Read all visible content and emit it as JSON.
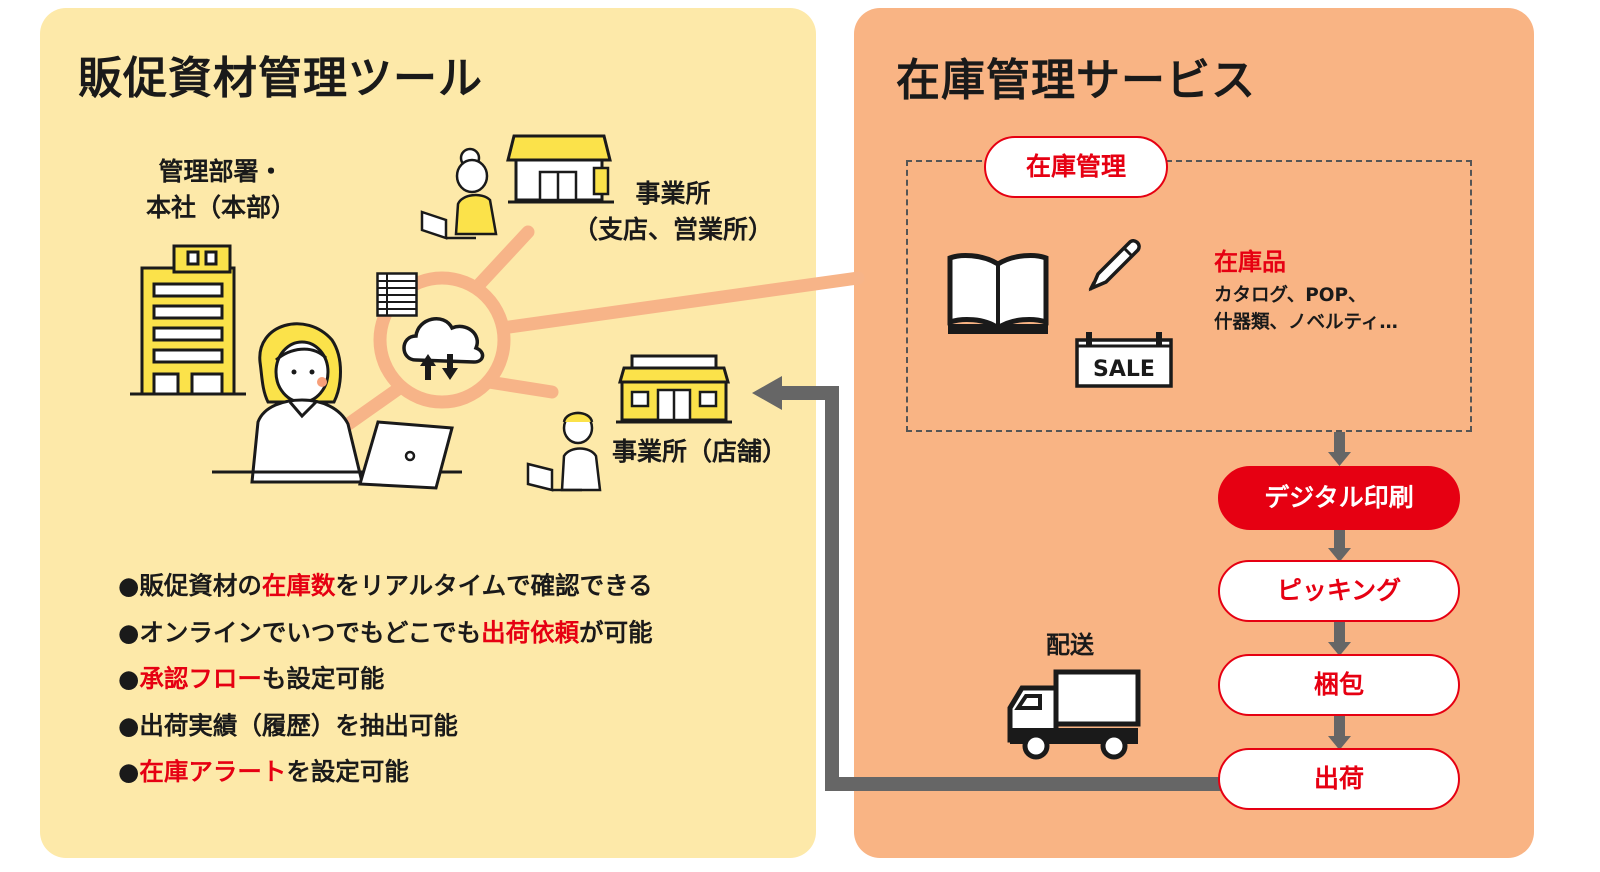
{
  "left_panel": {
    "title": "販促資材管理ツール",
    "hq_label_line1": "管理部署・",
    "hq_label_line2": "本社（本部）",
    "branch_label_line1": "事業所",
    "branch_label_line2": "（支店、営業所）",
    "store_label": "事業所（店舗）",
    "bullets": [
      {
        "mark": "●",
        "pre": "販促資材の",
        "highlight": "在庫数",
        "post": "をリアルタイムで確認できる"
      },
      {
        "mark": "●",
        "pre": "オンラインでいつでもどこでも",
        "highlight": "出荷依頼",
        "post": "が可能"
      },
      {
        "mark": "●",
        "pre": "",
        "highlight": "承認フロー",
        "post": "も設定可能"
      },
      {
        "mark": "●",
        "pre": "出荷実績（履歴）を抽出可能",
        "highlight": "",
        "post": ""
      },
      {
        "mark": "●",
        "pre": "",
        "highlight": "在庫アラート",
        "post": "を設定可能"
      }
    ]
  },
  "right_panel": {
    "title": "在庫管理サービス",
    "stock_box_label": "在庫管理",
    "items_title": "在庫品",
    "items_line1": "カタログ、POP、",
    "items_line2": "什器類、ノベルティ…",
    "sale_sign": "SALE",
    "steps": [
      "デジタル印刷",
      "ピッキング",
      "梱包",
      "出荷"
    ],
    "delivery_label": "配送"
  },
  "colors": {
    "left_bg": "#fde9a9",
    "right_bg": "#f9b484",
    "accent_red": "#e60012",
    "arrow_gray": "#666666",
    "building_yellow": "#fbe24a",
    "connector_salmon": "#f7b488"
  },
  "icons": [
    "office-building-icon",
    "person-at-laptop-icon",
    "cloud-sync-icon",
    "document-list-icon",
    "branch-office-icon",
    "store-icon",
    "book-icon",
    "pen-icon",
    "sale-sign-icon",
    "delivery-truck-icon"
  ]
}
